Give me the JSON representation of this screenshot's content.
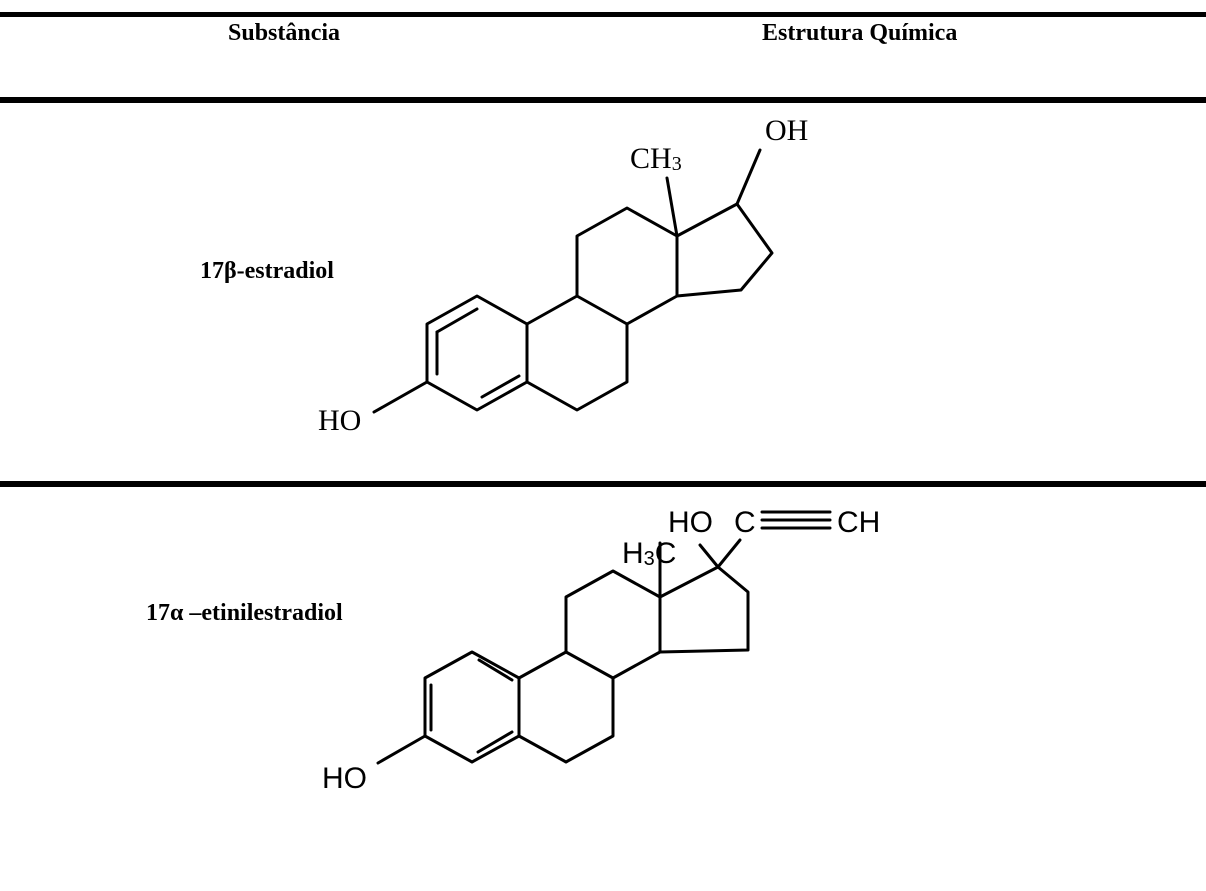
{
  "table": {
    "headers": {
      "substance": "Substância",
      "structure": "Estrutura Química"
    },
    "rows": [
      {
        "name": "17β-estradiol",
        "labels": {
          "ch3": "CH",
          "ch3_sub": "3",
          "oh": "OH",
          "ho": "HO"
        }
      },
      {
        "name": "17α –etinilestradiol",
        "labels": {
          "ho_top": "HO",
          "c": "C",
          "ch": "CH",
          "h3c_h": "H",
          "h3c_sub": "3",
          "h3c_c": "C",
          "ho": "HO"
        }
      }
    ]
  }
}
